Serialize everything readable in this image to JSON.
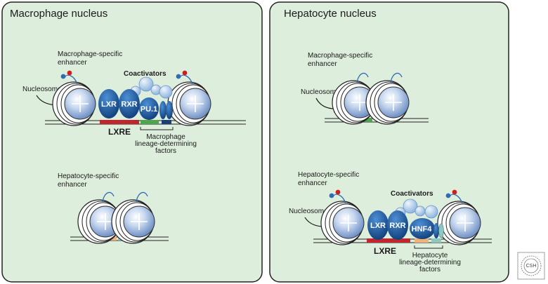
{
  "panels": {
    "macrophage": {
      "title": "Macrophage nucleus",
      "enhancer_active": "Macrophage-specific\nenhancer",
      "nucleosomes": "Nucleosomes",
      "coactivators": "Coactivators",
      "lxr": "LXR",
      "rxr": "RXR",
      "pu1": "PU.1",
      "lxre": "LXRE",
      "ldf": "Macrophage\nlineage-determining\nfactors",
      "enhancer_inactive": "Hepatocyte-specific\nenhancer"
    },
    "hepatocyte": {
      "title": "Hepatocyte nucleus",
      "enhancer_inactive": "Macrophage-specific\nenhancer",
      "nucleosomes_top": "Nucleosomes",
      "enhancer_active": "Hepatocyte-specific\nenhancer",
      "coactivators": "Coactivators",
      "nucleosomes_bottom": "Nucleosomes",
      "lxr": "LXR",
      "rxr": "RXR",
      "hnf4": "HNF4",
      "lxre": "LXRE",
      "ldf": "Hepatocyte\nlineage-determining\nfactors"
    }
  },
  "logo": {
    "text": "CSH"
  },
  "colors": {
    "panel_bg": "#deeedd",
    "protein": "#1f5fa6",
    "coactivator": "#a9c8e8",
    "lxre_red": "#c0272d",
    "ldf_green": "#4fa64a",
    "ldf_navy": "#1d3d7a",
    "hep_peach": "#f0b27a",
    "hep_teal": "#8ec7c2",
    "histone_red": "#d11f1f",
    "histone_blue": "#2c6db5"
  }
}
